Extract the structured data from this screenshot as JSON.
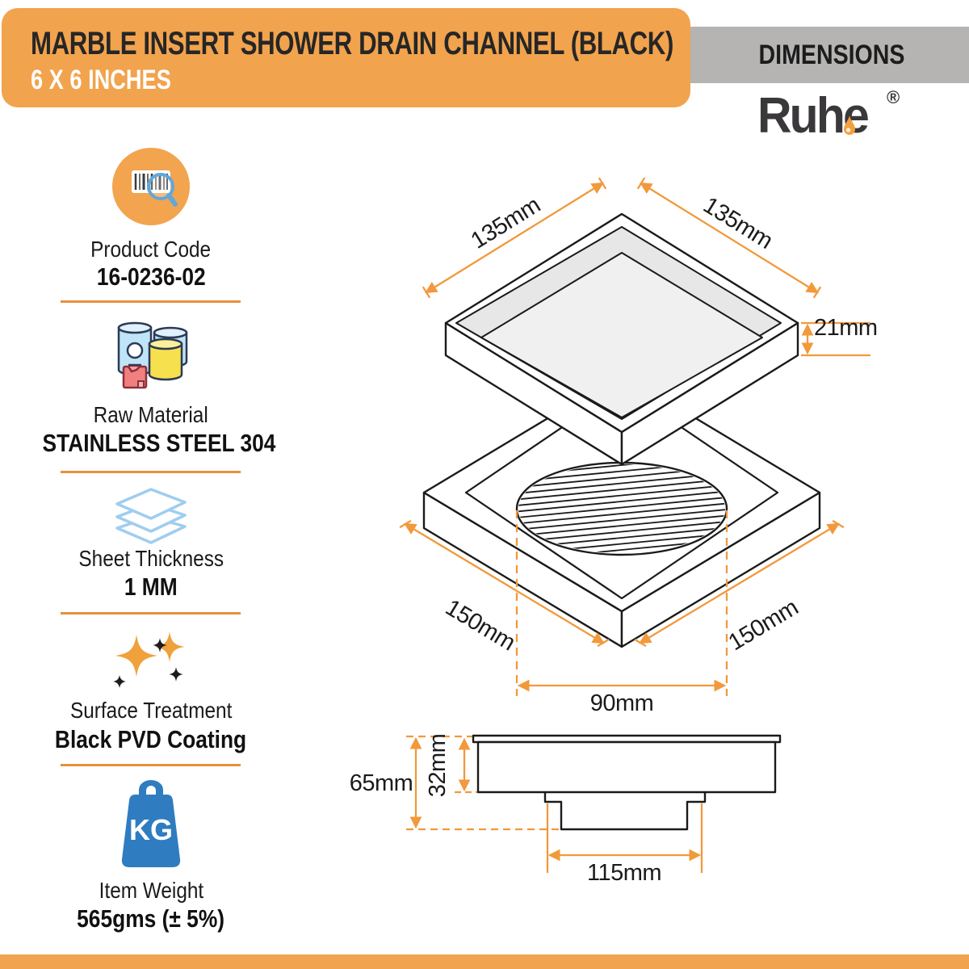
{
  "banner": {
    "title": "MARBLE INSERT SHOWER DRAIN CHANNEL (BLACK)",
    "subtitle": "6 X 6 INCHES"
  },
  "header": {
    "dimensions_label": "DIMENSIONS",
    "brand": "Ruhe",
    "registered_mark": "®"
  },
  "specs": [
    {
      "icon": "barcode-magnifier-icon",
      "label": "Product Code",
      "value": "16-0236-02"
    },
    {
      "icon": "raw-material-cans-icon",
      "label": "Raw Material",
      "value": "STAINLESS STEEL 304"
    },
    {
      "icon": "stacked-sheets-icon",
      "label": "Sheet Thickness",
      "value": "1 MM"
    },
    {
      "icon": "sparkles-icon",
      "label": "Surface Treatment",
      "value": "Black PVD Coating"
    },
    {
      "icon": "kg-weight-icon",
      "label": "Item Weight",
      "value": "565gms (± 5%)",
      "icon_text": "KG"
    }
  ],
  "diagram": {
    "insert_tray": {
      "edge_left": "135mm",
      "edge_right": "135mm",
      "height": "21mm"
    },
    "base_frame": {
      "edge_left": "150mm",
      "edge_right": "150mm",
      "drain_opening": "90mm"
    },
    "side_profile": {
      "total_height": "65mm",
      "body_height": "32mm",
      "outlet_width": "115mm"
    }
  },
  "colors": {
    "accent_orange": "#F2A34D",
    "dimension_orange": "#F2993B",
    "divider_orange": "#E8903A",
    "gray_bar": "#B5B4B3",
    "line_black": "#1a1a1a",
    "icon_blue": "#2F7CC1",
    "icon_light_blue": "#9FCDEF",
    "star_orange": "#F0A13C"
  }
}
